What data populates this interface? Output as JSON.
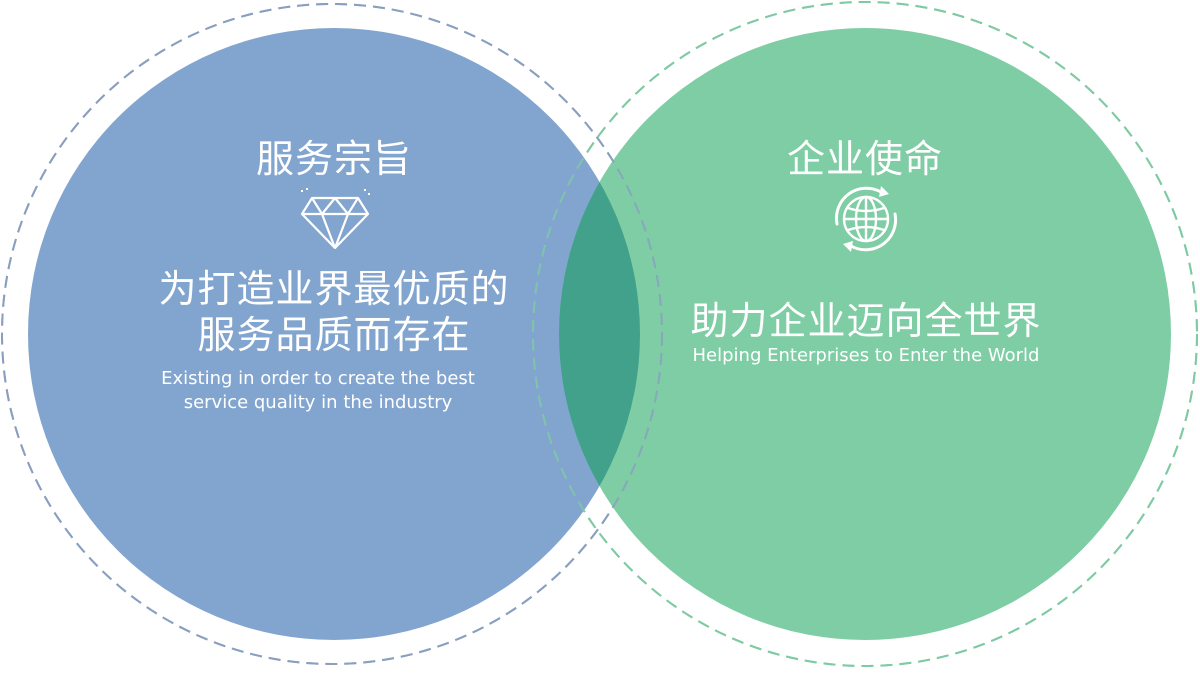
{
  "colors": {
    "left_circle": "#82a5cf",
    "right_circle": "#7fcda5",
    "overlap": "#41a18a",
    "left_dashed_ring": "#8a9fc0",
    "right_dashed_ring": "#7fc9a3",
    "text": "#ffffff"
  },
  "left": {
    "heading": "服务宗旨",
    "icon": "diamond-icon",
    "text_line1": "为打造业界最优质的",
    "text_line2": "服务品质而存在",
    "english_line1": "Existing in order to create the best",
    "english_line2": "service quality in the industry"
  },
  "right": {
    "heading": "企业使命",
    "icon": "globe-arrows-icon",
    "text": "助力企业迈向全世界",
    "english": "Helping Enterprises to Enter the World"
  }
}
